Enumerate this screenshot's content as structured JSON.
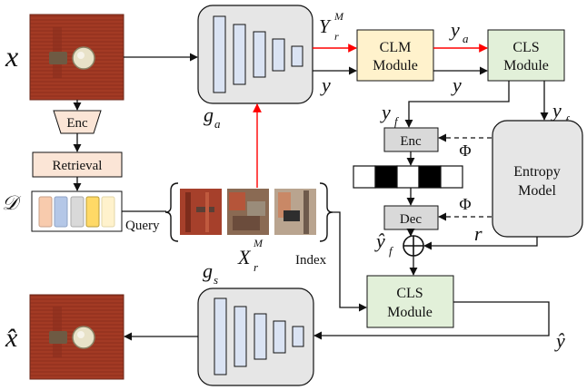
{
  "diagram": {
    "symbols": {
      "x_input": "x",
      "x_hat": "x̂",
      "y_hat": "ŷ",
      "g_a": "g",
      "g_a_sub": "a",
      "g_s": "g",
      "g_s_sub": "s",
      "y_after_ga": "y",
      "y_ga_to_cls": "y",
      "Y_rM": "Y",
      "Y_rM_sub": "r",
      "Y_rM_sup": "M",
      "y_a": "y",
      "y_a_sub": "a",
      "y_f_left": "y",
      "y_f_left_sub": "f",
      "y_f_right": "y",
      "y_f_right_sub": "f",
      "y_f_hat": "ŷ",
      "y_f_hat_sub": "f",
      "r": "r",
      "phi_top": "Φ",
      "phi_bottom": "Φ",
      "X_rM": "X",
      "X_rM_sub": "r",
      "X_rM_sup": "M",
      "D": "𝒟"
    },
    "boxes": {
      "enc_left": "Enc",
      "retrieval": "Retrieval",
      "clm_line1": "CLM",
      "clm_line2": "Module",
      "cls_top_line1": "CLS",
      "cls_top_line2": "Module",
      "enc_right": "Enc",
      "dec": "Dec",
      "entropy_line1": "Entropy",
      "entropy_line2": "Model",
      "cls_bottom_line1": "CLS",
      "cls_bottom_line2": "Module"
    },
    "edge_labels": {
      "query": "Query",
      "index": "Index"
    },
    "colors": {
      "clm_fill": "#fff2cc",
      "cls_fill": "#e2f0d9",
      "enc_retrieval_fill": "#fbe5d6",
      "network_fill": "#e6e6e6",
      "layer_fill": "#dae3f3",
      "retrieval_arrow": "#ff0000",
      "db_colors": [
        "#f8cbad",
        "#b4c7e7",
        "#d9d9d9",
        "#ffd966",
        "#fff2cc"
      ]
    }
  }
}
